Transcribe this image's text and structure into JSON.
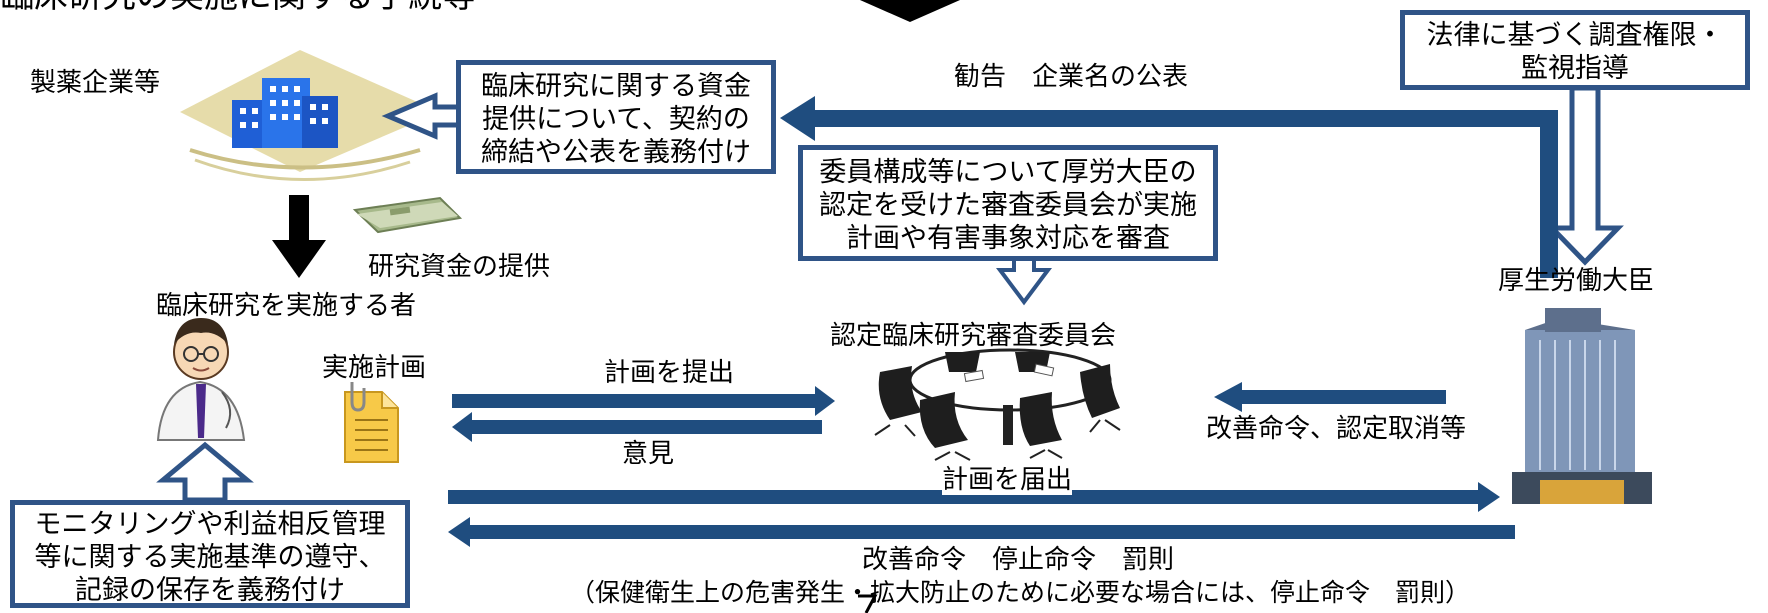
{
  "header": {
    "cut_title": "臨床研究の実施に関する手続等"
  },
  "actors": {
    "pharma": "製薬企業等",
    "researcher": "臨床研究を実施する者",
    "committee": "認定臨床研究審査委員会",
    "minister": "厚生労働大臣"
  },
  "boxes": {
    "pharma_duty": [
      "臨床研究に関する資金",
      "提供について、契約の",
      "締結や公表を義務付け"
    ],
    "committee_cert": [
      "委員構成等について厚労大臣の",
      "認定を受けた審査委員会が実施",
      "計画や有害事象対応を審査"
    ],
    "minister_power": [
      "法律に基づく調査権限・",
      "監視指導"
    ],
    "researcher_duty": [
      "モニタリングや利益相反管理",
      "等に関する実施基準の遵守、",
      "記録の保存を義務付け"
    ]
  },
  "labels": {
    "recommend": "勧告　企業名の公表",
    "funding": "研究資金の提供",
    "plan_doc": "実施計画",
    "submit": "計画を提出",
    "opinion": "意見",
    "improve_cert": "改善命令、認定取消等",
    "notify": "計画を届出",
    "orders": "改善命令　停止命令　罰則",
    "orders_note": "（保健衛生上の危害発生・拡大防止のために必要な場合には、停止命令　罰則）"
  },
  "colors": {
    "arrow_blue": "#1f4d7f",
    "box_border": "#2f5487",
    "black_arrow": "#000000"
  },
  "icons": [
    "building-icon",
    "money-icon",
    "doctor-icon",
    "document-icon",
    "meeting-table-icon",
    "skyscraper-icon"
  ]
}
